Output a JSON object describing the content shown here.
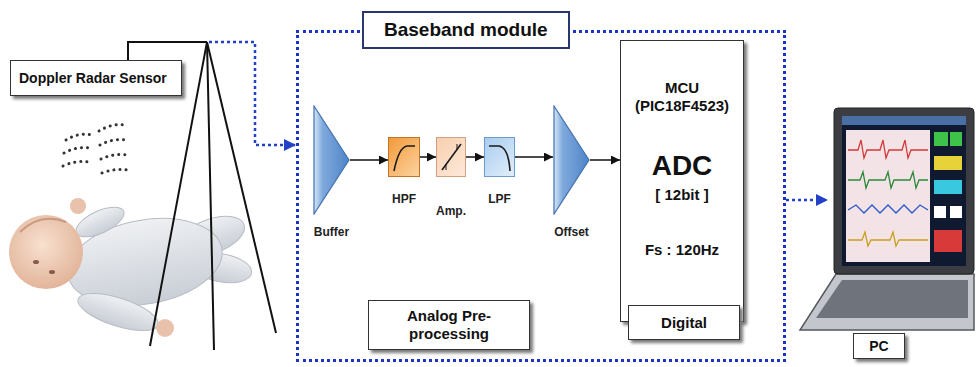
{
  "diagram": {
    "nodes": [
      {
        "text": [
          "Doppler Radar Sensor"
        ]
      },
      {
        "text": [
          "Baseband module"
        ]
      },
      {
        "text": [
          "Buffer"
        ],
        "in": 1
      },
      {
        "text": [
          "HPF"
        ],
        "in": 1
      },
      {
        "text": [
          "Amp."
        ],
        "in": 1
      },
      {
        "text": [
          "LPF"
        ],
        "in": 1
      },
      {
        "text": [
          "Offset"
        ],
        "in": 1
      },
      {
        "text": [
          "MCU (PIC18F4523)",
          "ADC",
          "[ 12bit ]",
          "Fs : 120Hz"
        ],
        "in": 1
      },
      {
        "text": [
          "Analog Pre-processing"
        ],
        "in": 1
      },
      {
        "text": [
          "Digital"
        ],
        "in": 1
      },
      {
        "text": [
          "PC"
        ]
      }
    ],
    "edges": [
      {
        "from": 0,
        "to": 1,
        "arrow": "to"
      },
      {
        "from": 2,
        "to": 3,
        "arrow": "to"
      },
      {
        "from": 3,
        "to": 4,
        "arrow": "to"
      },
      {
        "from": 4,
        "to": 5,
        "arrow": "to"
      },
      {
        "from": 5,
        "to": 6,
        "arrow": "to"
      },
      {
        "from": 6,
        "to": 7,
        "arrow": "to"
      },
      {
        "from": 1,
        "to": 10,
        "arrow": "to"
      }
    ]
  }
}
